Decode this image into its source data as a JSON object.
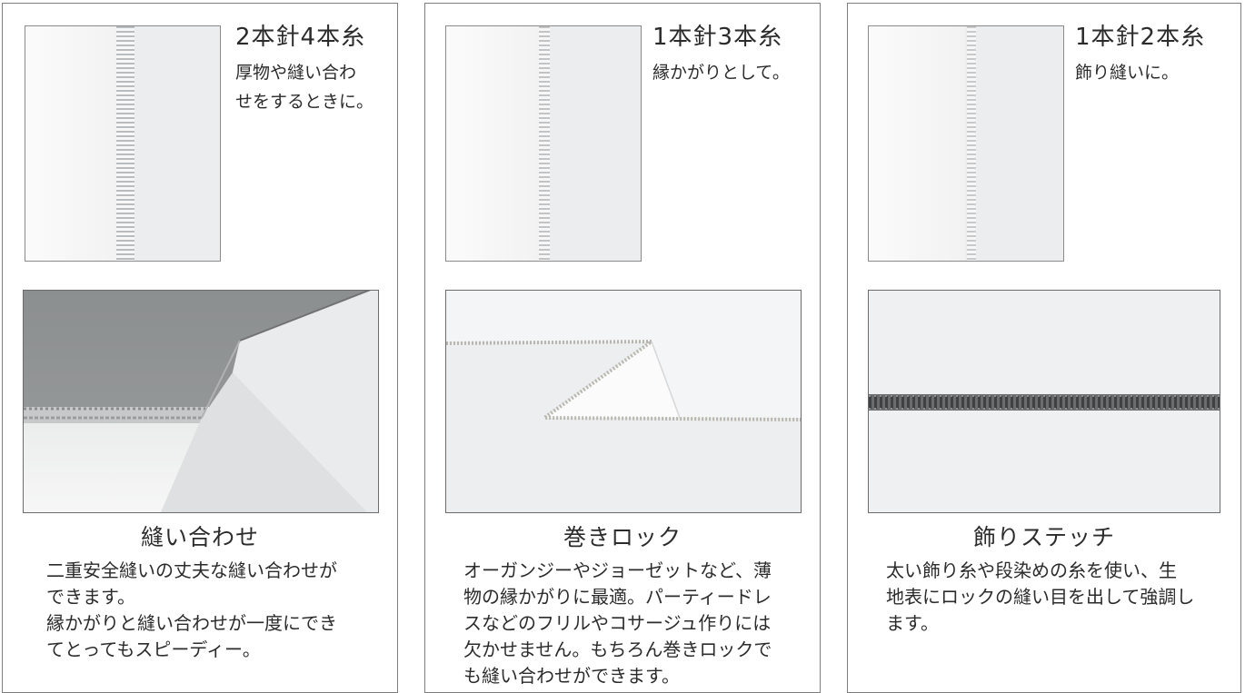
{
  "panels": [
    {
      "thread_title": "2本針4本糸",
      "thread_desc": [
        "厚物や縫い合わ",
        "せをするときに。"
      ],
      "heading": "縫い合わせ",
      "desc": [
        "二重安全縫いの丈夫な縫い合わせが",
        "できます。",
        "縁かがりと縫い合わせが一度にでき",
        "てとってもスピーディー。"
      ]
    },
    {
      "thread_title": "1本針3本糸",
      "thread_desc": [
        "縁かがりとして。"
      ],
      "heading": "巻きロック",
      "desc": [
        "オーガンジーやジョーゼットなど、薄",
        "物の縁かがりに最適。パーティードレ",
        "スなどのフリルやコサージュ作りには",
        "欠かせません。もちろん巻きロックで",
        "も縫い合わせができます。"
      ]
    },
    {
      "thread_title": "1本針2本糸",
      "thread_desc": [
        "飾り縫いに。"
      ],
      "heading": "飾りステッチ",
      "desc": [
        "太い飾り糸や段染めの糸を使い、生",
        "地表にロックの縫い目を出して強調し",
        "ます。"
      ]
    }
  ]
}
